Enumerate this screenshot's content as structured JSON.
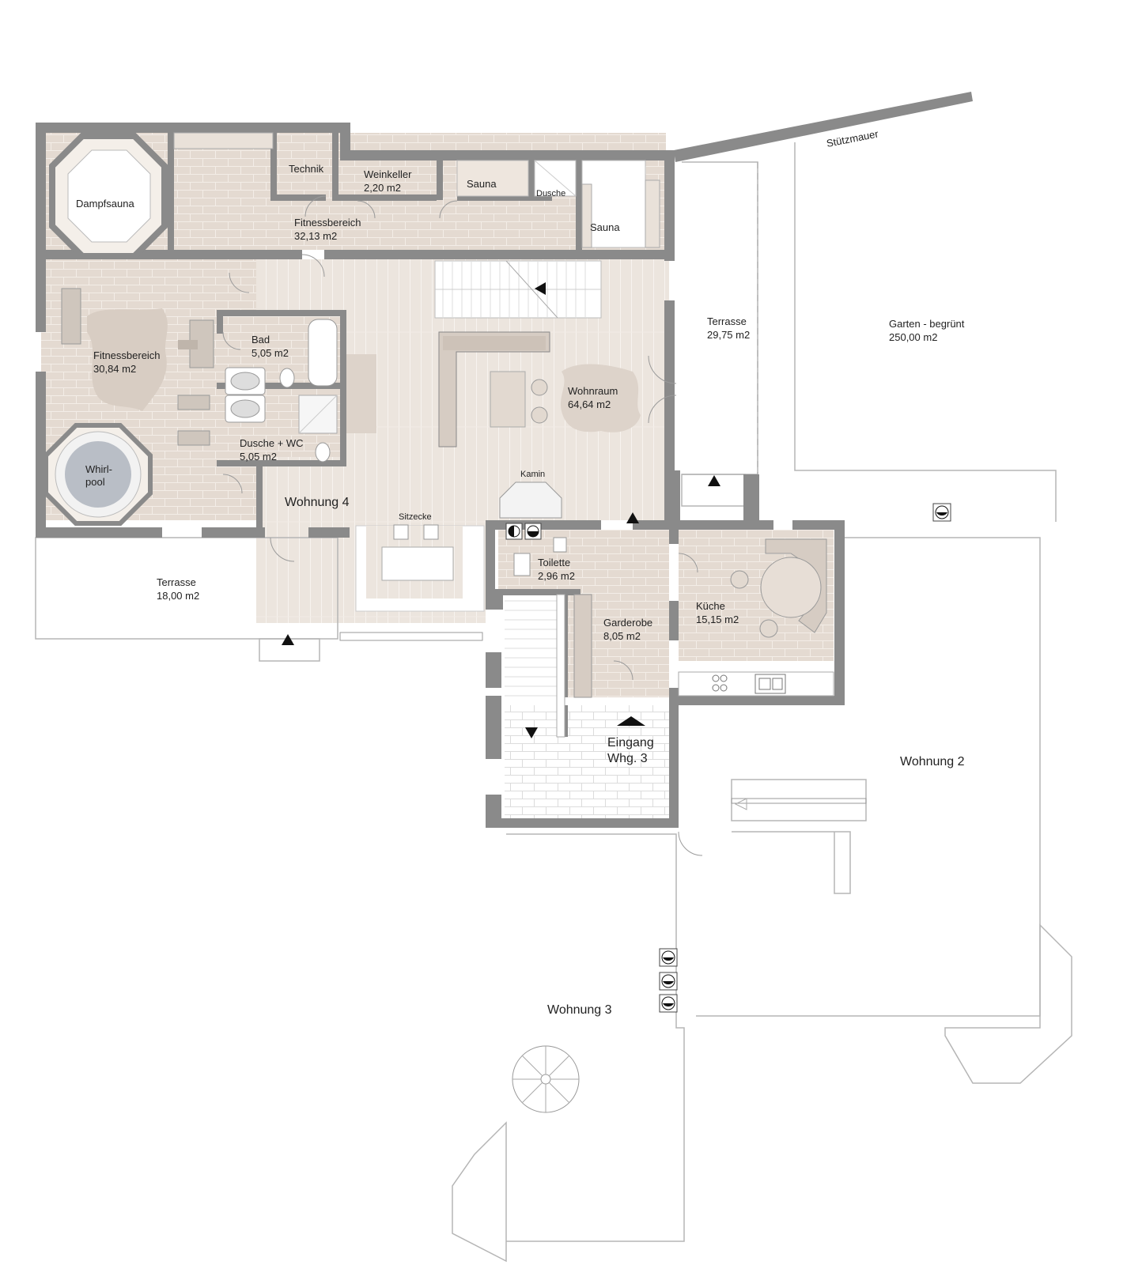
{
  "colors": {
    "wall": "#8a8a8a",
    "tile_floor": "#e4dad1",
    "wood_floor": "#ece5de",
    "furniture": "#d6ccc3",
    "pool_water": "#b9bec6",
    "arrow": "#111111"
  },
  "rooms": {
    "dampfsauna": {
      "name": "Dampfsauna"
    },
    "technik": {
      "name": "Technik"
    },
    "weinkeller": {
      "name": "Weinkeller",
      "area": "2,20 m2"
    },
    "sauna_top": {
      "name": "Sauna"
    },
    "dusche_top": {
      "name": "Dusche"
    },
    "sauna_right": {
      "name": "Sauna"
    },
    "fitness_top": {
      "name": "Fitnessbereich",
      "area": "32,13 m2"
    },
    "fitness_left": {
      "name": "Fitnessbereich",
      "area": "30,84 m2"
    },
    "bad": {
      "name": "Bad",
      "area": "5,05 m2"
    },
    "dusche_wc": {
      "name": "Dusche + WC",
      "area": "5,05 m2"
    },
    "whirlpool": {
      "line1": "Whirl-",
      "line2": "pool"
    },
    "wohnraum": {
      "name": "Wohnraum",
      "area": "64,64 m2"
    },
    "terrasse_right": {
      "name": "Terrasse",
      "area": "29,75 m2"
    },
    "garten": {
      "name": "Garten - begrünt",
      "area": "250,00 m2"
    },
    "stuetzmauer": {
      "name": "Stützmauer"
    },
    "kamin": {
      "name": "Kamin"
    },
    "sitzecke": {
      "name": "Sitzecke"
    },
    "wohnung4": {
      "name": "Wohnung 4"
    },
    "terrasse_left": {
      "name": "Terrasse",
      "area": "18,00 m2"
    },
    "toilette": {
      "name": "Toilette",
      "area": "2,96 m2"
    },
    "garderobe": {
      "name": "Garderobe",
      "area": "8,05 m2"
    },
    "kueche": {
      "name": "Küche",
      "area": "15,15 m2"
    },
    "eingang": {
      "line1": "Eingang",
      "line2": "Whg. 3"
    },
    "wohnung2": {
      "name": "Wohnung 2"
    },
    "wohnung3": {
      "name": "Wohnung 3"
    }
  },
  "icons": [
    "entry-arrow-icon",
    "stair-arrow-icon",
    "pipe-shaft-icon",
    "door-swing-icon",
    "spiral-stair-icon"
  ]
}
